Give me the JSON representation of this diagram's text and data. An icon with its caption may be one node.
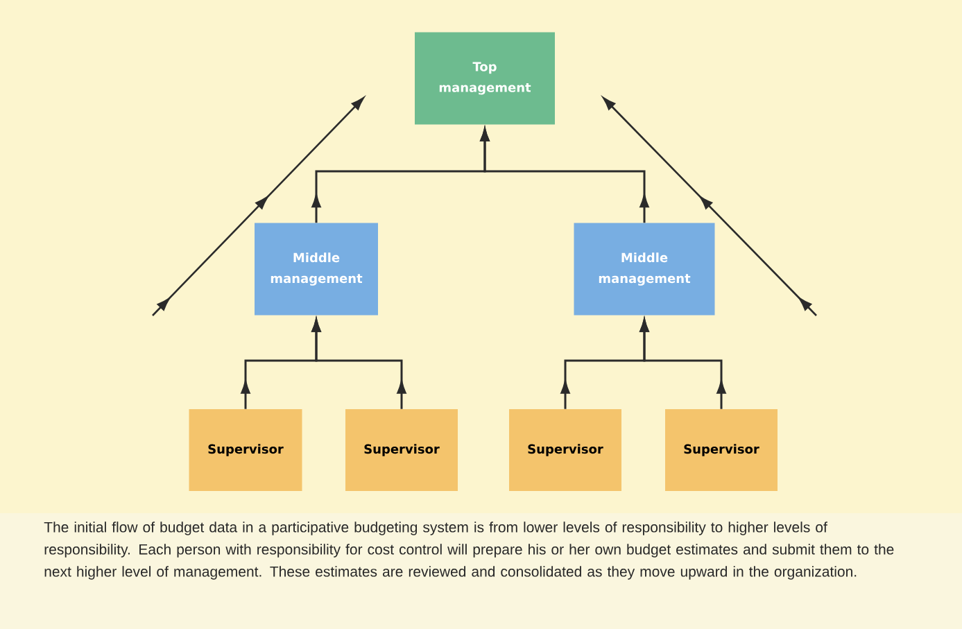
{
  "diagram": {
    "caption": "The initial flow of budget data in a participative budgeting system is from lower levels of responsibility to higher levels of responsibility. Each person with responsibility for cost control will prepare his or her own budget estimates and submit them to the next higher level of management. These estimates are reviewed and consolidated as they move upward in the organization.",
    "nodes": [
      {
        "text": [
          "Top management"
        ]
      },
      {
        "text": [
          "Middle management"
        ]
      },
      {
        "text": [
          "Middle management"
        ]
      },
      {
        "text": [
          "Supervisor"
        ]
      },
      {
        "text": [
          "Supervisor"
        ]
      },
      {
        "text": [
          "Supervisor"
        ]
      },
      {
        "text": [
          "Supervisor"
        ]
      }
    ],
    "edges": [
      {
        "from": 3,
        "to": 1,
        "arrow": "to"
      },
      {
        "from": 4,
        "to": 1,
        "arrow": "to"
      },
      {
        "from": 5,
        "to": 2,
        "arrow": "to"
      },
      {
        "from": 6,
        "to": 2,
        "arrow": "to"
      },
      {
        "from": 1,
        "to": 0,
        "arrow": "to"
      },
      {
        "from": 2,
        "to": 0,
        "arrow": "to"
      }
    ]
  }
}
